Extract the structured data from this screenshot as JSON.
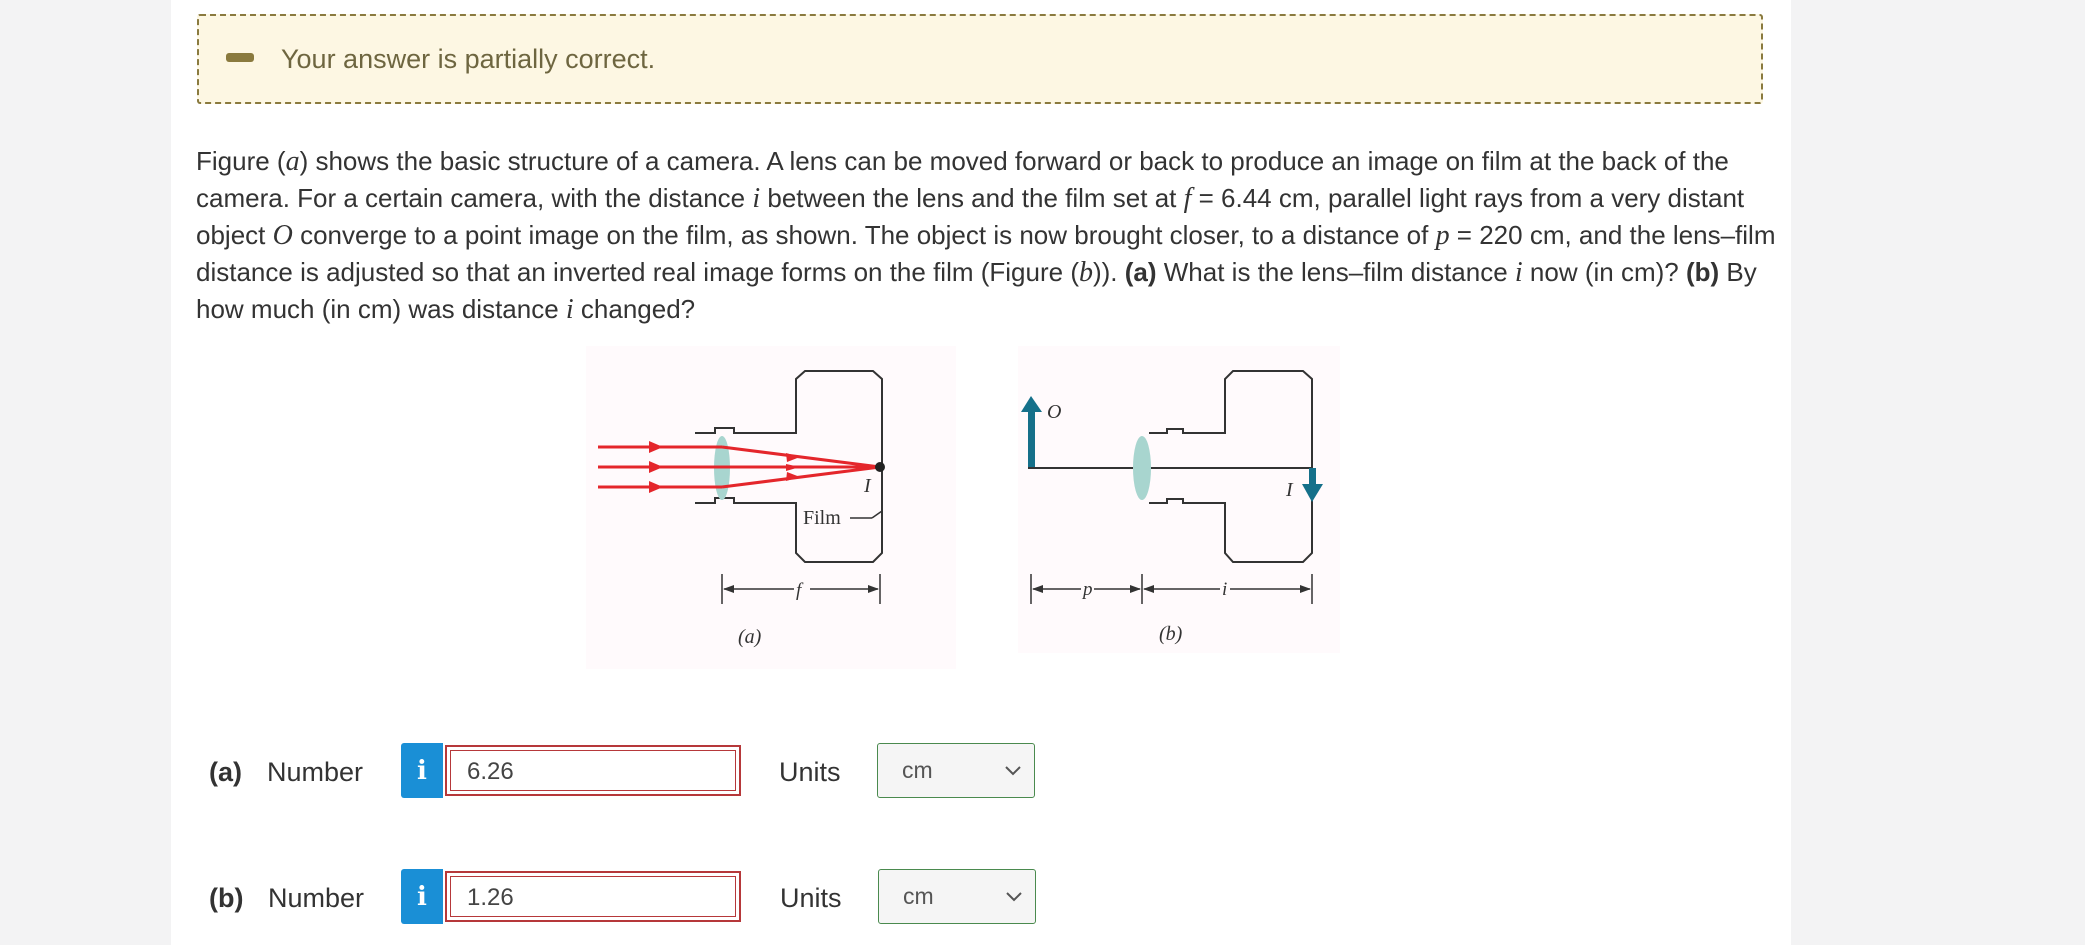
{
  "alert": {
    "text": "Your answer is partially correct."
  },
  "question": {
    "p1": "Figure (",
    "a1": "a",
    "p2": ") shows the basic structure of a camera. A lens can be moved forward or back to produce an image on film at the back of the camera. For a certain camera, with the distance ",
    "i1": "i",
    "p3": " between the lens and the film set at ",
    "f1": "f",
    "p4": " = 6.44 cm, parallel light rays from a very distant object ",
    "o1": "O",
    "p5": " converge to a point image on the film, as shown. The object is now brought closer, to a distance of ",
    "pp1": "p",
    "p6": " = 220 cm, and the lens–film distance is adjusted so that an inverted real image forms on the film (Figure (",
    "b1": "b",
    "p7": ")). ",
    "qa": "(a)",
    "p8": " What is the lens–film distance ",
    "i2": "i",
    "p9": " now (in cm)? ",
    "qb": "(b)",
    "p10": " By how much (in cm) was distance ",
    "i3": "i",
    "p11": " changed?"
  },
  "figure_a": {
    "label_I": "I",
    "label_film": "Film",
    "label_f": "f",
    "caption": "(a)"
  },
  "figure_b": {
    "label_O": "O",
    "label_I": "I",
    "label_p": "p",
    "label_i": "i",
    "caption": "(b)"
  },
  "answers": [
    {
      "part": "(a)",
      "type_label": "Number",
      "info": "i",
      "value": "6.26",
      "units_label": "Units",
      "unit": "cm"
    },
    {
      "part": "(b)",
      "type_label": "Number",
      "info": "i",
      "value": "1.26",
      "units_label": "Units",
      "unit": "cm"
    }
  ],
  "colors": {
    "alert_bg": "#fdf7e3",
    "alert_border": "#8a7a3e",
    "info_button": "#1a8fd6",
    "incorrect_border": "#b6383a",
    "select_border": "#4a8a4e",
    "ray_red": "#e4262b",
    "object_arrow": "#15708a",
    "lens_fill": "#a8d5cf"
  },
  "icons": {
    "alert": "partial-minus-icon",
    "info": "info-icon",
    "select": "chevron-down-icon"
  }
}
